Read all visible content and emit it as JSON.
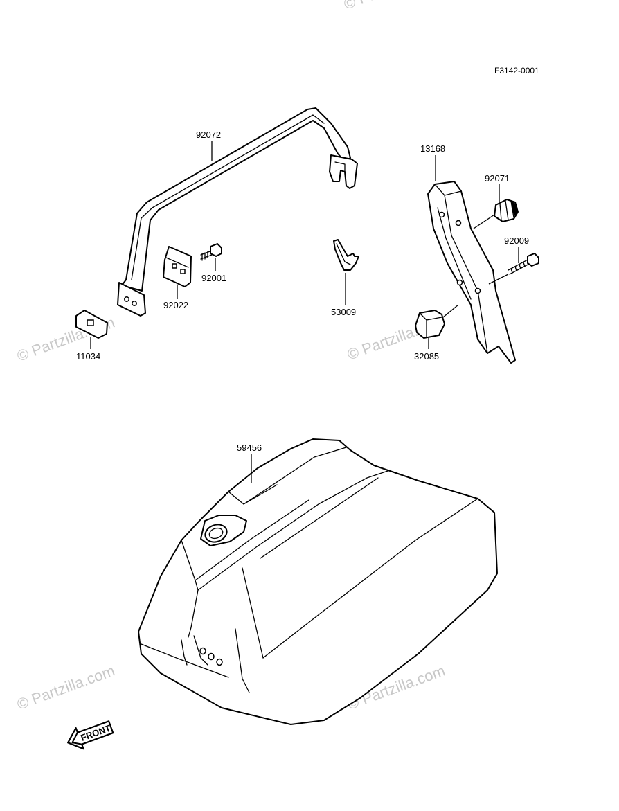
{
  "diagram_code": "F3142-0001",
  "part_labels": {
    "p92072": "92072",
    "p13168": "13168",
    "p92071": "92071",
    "p92009": "92009",
    "p92001": "92001",
    "p92022": "92022",
    "p53009": "53009",
    "p11034": "11034",
    "p32085": "32085",
    "p59456": "59456"
  },
  "front_arrow_label": "FRONT",
  "watermarks": {
    "w1": "© Partzilla.com",
    "w2": "© Partzilla.com",
    "w3": "© Partzilla.com",
    "w4": "© Partzilla.com",
    "w5": "© Partzilla.com"
  }
}
